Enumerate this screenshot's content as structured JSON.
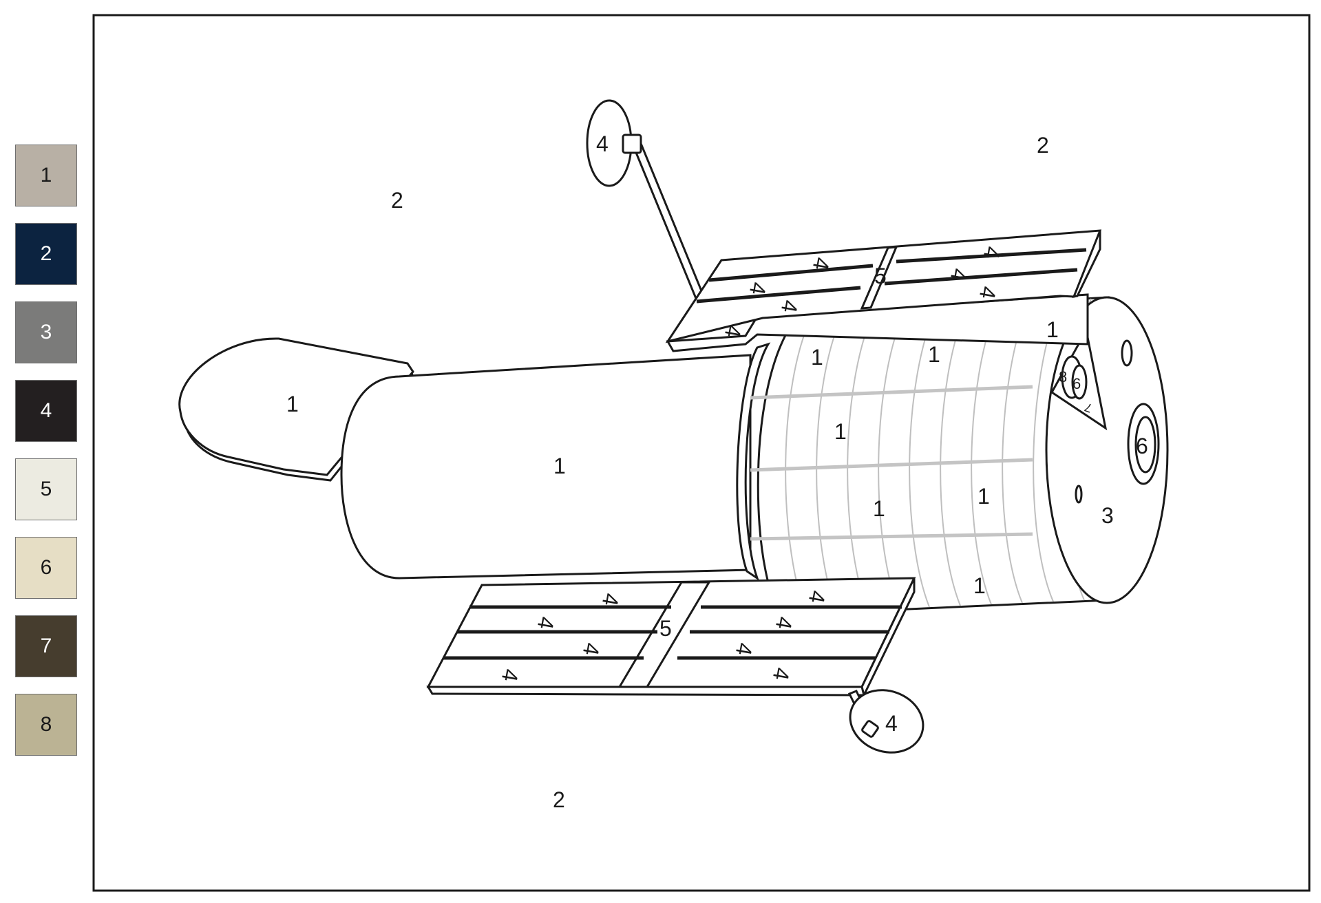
{
  "palette": [
    {
      "number": "1",
      "color": "#b8b0a5",
      "text_color": "#1a1a1a"
    },
    {
      "number": "2",
      "color": "#0c2340",
      "text_color": "#ffffff"
    },
    {
      "number": "3",
      "color": "#7b7b7a",
      "text_color": "#ffffff"
    },
    {
      "number": "4",
      "color": "#231f20",
      "text_color": "#ffffff"
    },
    {
      "number": "5",
      "color": "#ecebe1",
      "text_color": "#1a1a1a"
    },
    {
      "number": "6",
      "color": "#e6dec5",
      "text_color": "#1a1a1a"
    },
    {
      "number": "7",
      "color": "#463d2e",
      "text_color": "#ffffff"
    },
    {
      "number": "8",
      "color": "#bbb394",
      "text_color": "#1a1a1a"
    }
  ],
  "region_labels": {
    "space_top_left": "2",
    "space_top_right": "2",
    "space_bottom": "2",
    "aperture_door": "1",
    "tube_body": "1",
    "body_upper_a": "1",
    "body_upper_b": "1",
    "body_upper_c": "1",
    "body_mid": "1",
    "body_lower_a": "1",
    "body_lower_b": "1",
    "body_lower_c": "1",
    "end_cap": "3",
    "end_port_large": "6",
    "end_port_small_6": "6",
    "end_port_small_8": "8",
    "end_triangle_7": "7",
    "antenna_top": "4",
    "antenna_bottom": "4",
    "top_panel_strut": "5",
    "bottom_panel_strut": "5",
    "top_panel_cells": [
      "4",
      "4",
      "4",
      "4",
      "4",
      "4",
      "4"
    ],
    "bottom_panel_cells": [
      "4",
      "4",
      "4",
      "4",
      "4",
      "4",
      "4",
      "4"
    ]
  }
}
